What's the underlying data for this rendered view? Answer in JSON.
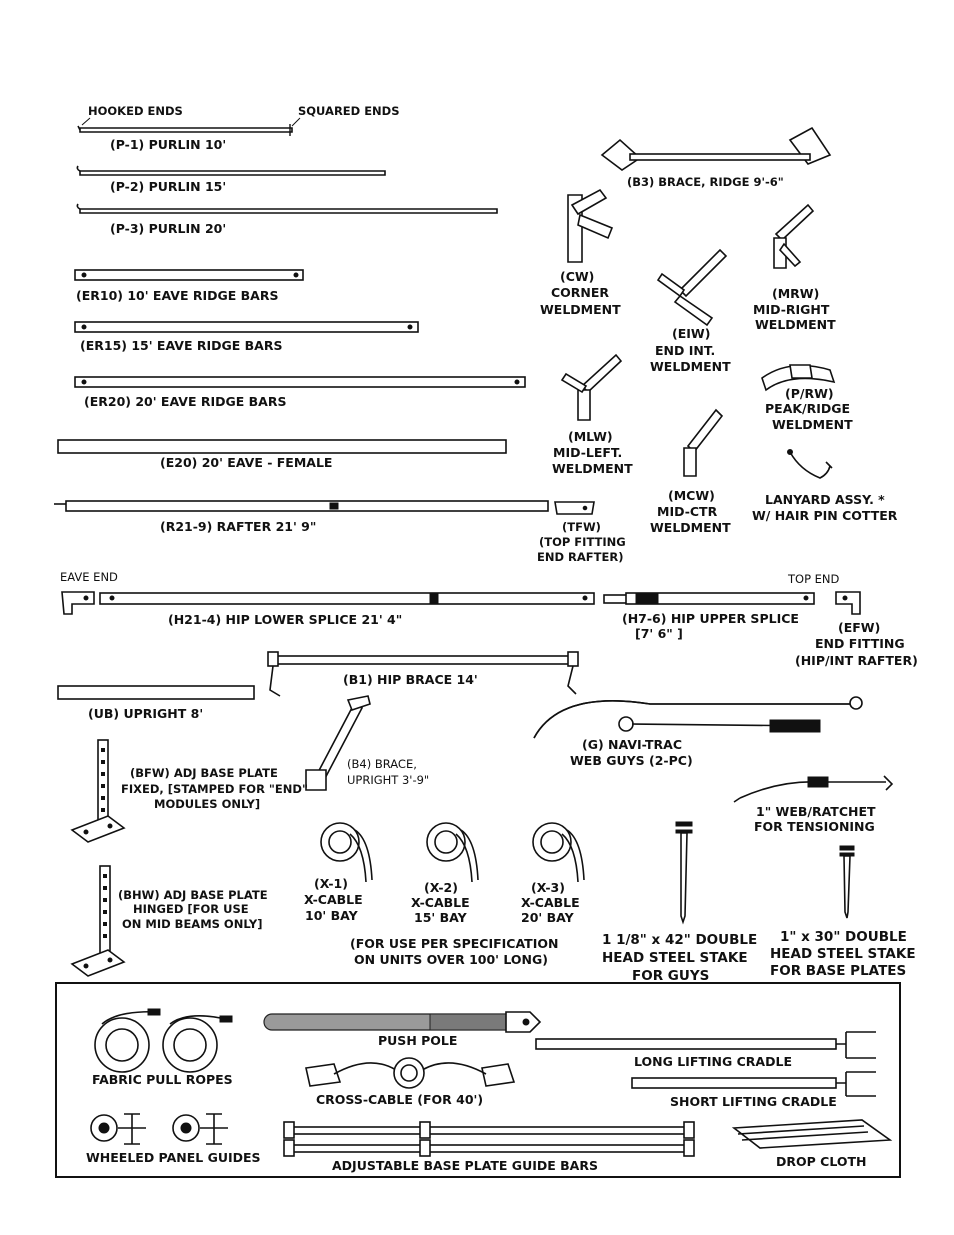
{
  "labels": {
    "hooked_ends": "HOOKED ENDS",
    "squared_ends": "SQUARED ENDS",
    "p1": "(P-1) PURLIN 10'",
    "p2": "(P-2) PURLIN 15'",
    "p3": "(P-3) PURLIN 20'",
    "er10": "(ER10) 10' EAVE RIDGE BARS",
    "er15": "(ER15) 15' EAVE RIDGE BARS",
    "er20": "(ER20) 20' EAVE RIDGE BARS",
    "e20": "(E20) 20' EAVE - FEMALE",
    "r21": "(R21-9) RAFTER 21' 9\"",
    "tfw": [
      "(TFW)",
      "(TOP FITTING",
      "END RAFTER)"
    ],
    "b3": "(B3) BRACE, RIDGE 9'-6\"",
    "cw": [
      "(CW)",
      "CORNER",
      "WELDMENT"
    ],
    "eiw": [
      "(EIW)",
      "END INT.",
      "WELDMENT"
    ],
    "mrw": [
      "(MRW)",
      "MID-RIGHT",
      "WELDMENT"
    ],
    "prw": [
      "(P/RW)",
      "PEAK/RIDGE",
      "WELDMENT"
    ],
    "mlw": [
      "(MLW)",
      "MID-LEFT.",
      "WELDMENT"
    ],
    "mcw": [
      "(MCW)",
      "MID-CTR",
      "WELDMENT"
    ],
    "lanyard": [
      "LANYARD ASSY. *",
      "W/ HAIR PIN COTTER"
    ],
    "eave_end": "EAVE END",
    "top_end": "TOP END",
    "h21": "(H21-4) HIP LOWER SPLICE 21' 4\"",
    "h7": [
      "(H7-6) HIP UPPER SPLICE",
      "[7' 6\" ]"
    ],
    "efw": [
      "(EFW)",
      "END FITTING",
      "(HIP/INT RAFTER)"
    ],
    "b1": "(B1) HIP BRACE 14'",
    "ub": "(UB) UPRIGHT 8'",
    "b4": [
      "(B4) BRACE,",
      "UPRIGHT 3'-9\""
    ],
    "g": [
      "(G) NAVI-TRAC",
      "WEB GUYS (2-PC)"
    ],
    "bfw": [
      "(BFW) ADJ BASE PLATE",
      "FIXED, [STAMPED FOR \"END\"",
      "MODULES ONLY]"
    ],
    "bhw": [
      "(BHW) ADJ BASE PLATE",
      "HINGED [FOR USE",
      "ON MID BEAMS ONLY]"
    ],
    "x1": [
      "(X-1)",
      "X-CABLE",
      "10' BAY"
    ],
    "x2": [
      "(X-2)",
      "X-CABLE",
      "15' BAY"
    ],
    "x3": [
      "(X-3)",
      "X-CABLE",
      "20' BAY"
    ],
    "x_note": [
      "(FOR USE PER SPECIFICATION",
      "ON UNITS OVER 100' LONG)"
    ],
    "web_ratchet": [
      "1\" WEB/RATCHET",
      "FOR TENSIONING"
    ],
    "stake_guys": [
      "1 1/8\" x 42\" DOUBLE",
      "HEAD STEEL STAKE",
      "FOR GUYS"
    ],
    "stake_base": [
      "1\" x 30\" DOUBLE",
      "HEAD STEEL STAKE",
      "FOR BASE PLATES"
    ],
    "push_pole": "PUSH POLE",
    "fabric_ropes": "FABRIC PULL ROPES",
    "cross_cable": "CROSS-CABLE (FOR 40')",
    "long_cradle": "LONG LIFTING CRADLE",
    "short_cradle": "SHORT LIFTING CRADLE",
    "panel_guides": "WHEELED PANEL GUIDES",
    "guide_bars": "ADJUSTABLE BASE PLATE GUIDE BARS",
    "drop_cloth": "DROP CLOTH"
  }
}
